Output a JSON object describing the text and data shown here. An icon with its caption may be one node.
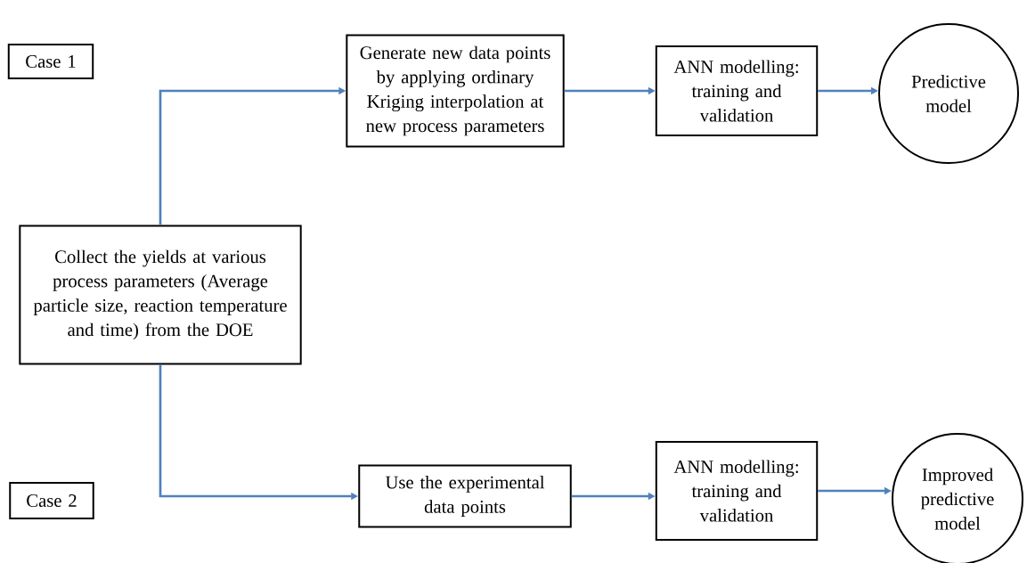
{
  "diagram": {
    "nodes": [
      {
        "text": [
          "Case 1"
        ]
      },
      {
        "text": [
          "Generate new data points by applying ordinary Kriging interpolation at new process parameters"
        ]
      },
      {
        "text": [
          "ANN modelling: training and validation"
        ]
      },
      {
        "text": [
          "Predictive model"
        ]
      },
      {
        "text": [
          "Collect the yields at various process parameters (Average particle size, reaction temperature and time) from the DOE"
        ]
      },
      {
        "text": [
          "Use the experimental data points"
        ]
      },
      {
        "text": [
          "ANN modelling: training and validation"
        ]
      },
      {
        "text": [
          "Improved predictive model"
        ]
      },
      {
        "text": [
          "Case 2"
        ]
      }
    ],
    "edges": [
      {
        "from": 4,
        "to": 1,
        "arrow": "to"
      },
      {
        "from": 1,
        "to": 2,
        "arrow": "to"
      },
      {
        "from": 2,
        "to": 3,
        "arrow": "to"
      },
      {
        "from": 4,
        "to": 5,
        "arrow": "to"
      },
      {
        "from": 5,
        "to": 6,
        "arrow": "to"
      },
      {
        "from": 6,
        "to": 7,
        "arrow": "to"
      }
    ]
  }
}
